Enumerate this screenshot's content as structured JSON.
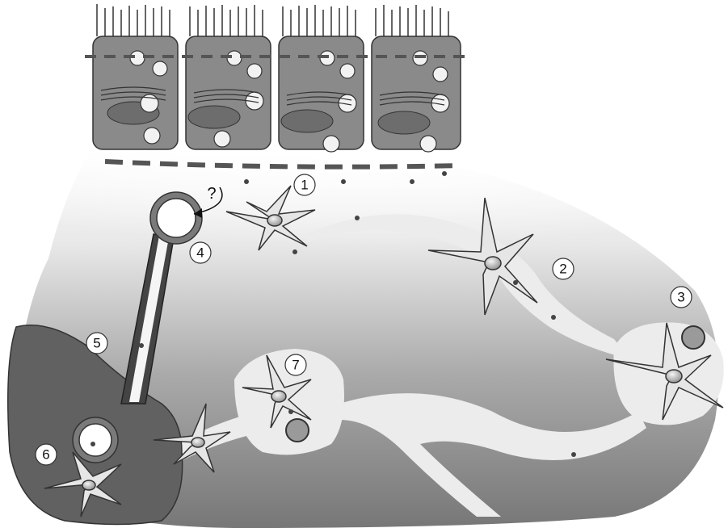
{
  "diagram": {
    "question_mark": "?",
    "steps": [
      "1",
      "2",
      "3",
      "4",
      "5",
      "6",
      "7"
    ],
    "colors": {
      "epithelium": "#8a8a8a",
      "epithelium_dark": "#5f5f5f",
      "nucleus": "#6d6d6d",
      "tissue_gradient_light": "#f2f2f2",
      "tissue_gradient_dark": "#7a7a7a",
      "lymph_vessel": "#ececec",
      "lymph_node": "#616161",
      "dendritic_cell": "#e6e6e6",
      "basement_membrane": "#555555"
    },
    "icons": [
      "epithelial-cell",
      "dendritic-cell",
      "particle",
      "vesicle",
      "blood-vessel",
      "lymphatic-vessel",
      "lymph-node"
    ]
  }
}
